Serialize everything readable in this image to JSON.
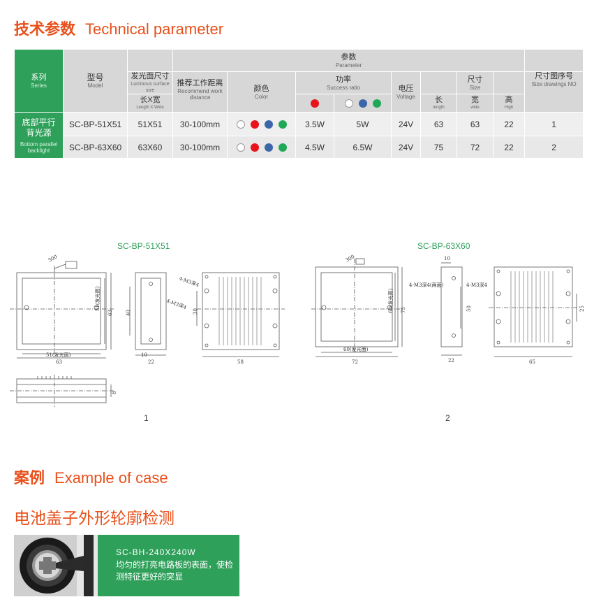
{
  "section_param": {
    "zh": "技术参数",
    "en": "Technical parameter"
  },
  "table": {
    "series_zh": "系列",
    "series_en": "Series",
    "model_zh": "型号",
    "model_en": "Model",
    "param_zh": "参数",
    "param_en": "Parameter",
    "surface_zh": "发光面尺寸",
    "surface_en": "Luminous surface size",
    "lxw_zh": "长X宽",
    "lxw_en": "Length X Wide",
    "distance_zh": "推荐工作距离",
    "distance_en": "Recommend work distance",
    "color_zh": "颜色",
    "color_en": "Color",
    "power_zh": "功率",
    "power_en": "Success ratio",
    "voltage_zh": "电压",
    "voltage_en": "Voltage",
    "size_zh": "尺寸",
    "size_en": "Size",
    "length_zh": "长",
    "length_en": "length",
    "wide_zh": "宽",
    "wide_en": "wide",
    "high_zh": "高",
    "high_en": "High",
    "drawing_zh": "尺寸图序号",
    "drawing_en": "Size drawings NO",
    "row_series_zh": "底部平行背光源",
    "row_series_en": "Bottom parallel backlight",
    "rows": [
      {
        "model": "SC-BP-51X51",
        "surface": "51X51",
        "distance": "30-100mm",
        "power_red": "3.5W",
        "power_other": "5W",
        "voltage": "24V",
        "length": "63",
        "wide": "63",
        "high": "22",
        "drawing": "1"
      },
      {
        "model": "SC-BP-63X60",
        "surface": "63X60",
        "distance": "30-100mm",
        "power_red": "4.5W",
        "power_other": "6.5W",
        "voltage": "24V",
        "length": "75",
        "wide": "72",
        "high": "22",
        "drawing": "2"
      }
    ],
    "colors": {
      "white": "#ffffff",
      "red": "#e8141c",
      "blue": "#3c66a8",
      "green": "#1fa855"
    }
  },
  "drawings": {
    "d1": {
      "label": "SC-BP-51X51",
      "num": "1",
      "dims": {
        "cable": "300",
        "surface": "51(发光面)",
        "total": "63",
        "side_h": "51(发光面)",
        "side_total": "63",
        "h40": "40",
        "d10": "10",
        "d22": "22",
        "h30": "30",
        "w58": "58",
        "h8": "8",
        "hole1": "4-M3深4",
        "hole2": "4-M3深4"
      }
    },
    "d2": {
      "label": "SC-BP-63X60",
      "num": "2",
      "dims": {
        "cable": "300",
        "surface": "60(发光面)",
        "total": "72",
        "side_h": "63(发光面)",
        "side_total": "75",
        "d10": "10",
        "h50": "50",
        "d22": "22",
        "h25": "25",
        "w65": "65",
        "hole1": "4-M3深4(两面)",
        "hole2": "4-M3深4"
      }
    }
  },
  "section_case": {
    "zh": "案例",
    "en": "Example of case"
  },
  "case": {
    "title": "电池盖子外形轮廓检测",
    "model": "SC-BH-240X240W",
    "desc": "均匀的打亮电路板的表面，使检测特征更好的突显"
  }
}
